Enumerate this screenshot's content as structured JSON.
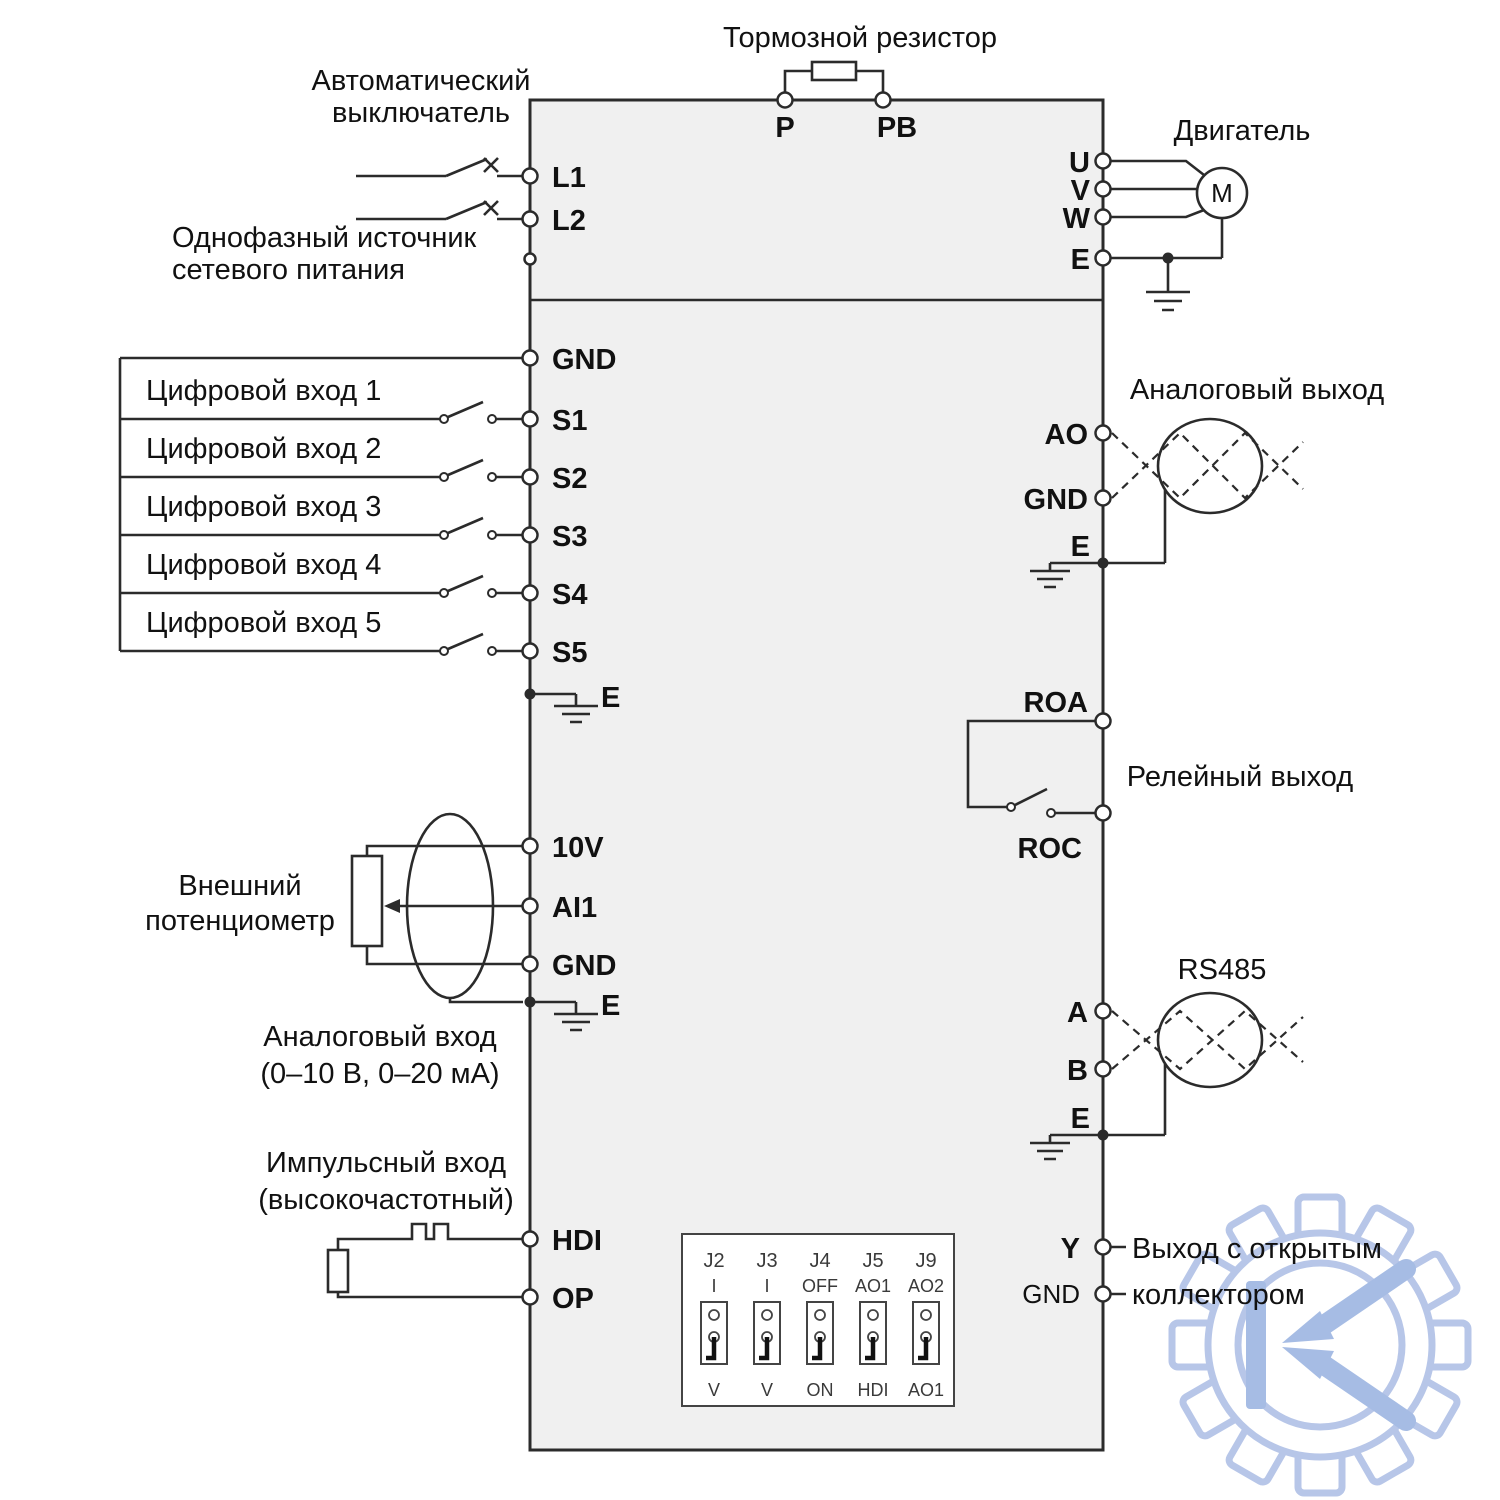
{
  "diagram": {
    "brake_resistor_label": "Тормозной резистор",
    "p": "P",
    "pb": "PB",
    "breaker_line1": "Автоматический",
    "breaker_line2": "выключатель",
    "source_line1": "Однофазный источник",
    "source_line2": "сетевого питания",
    "l1": "L1",
    "l2": "L2",
    "motor_label": "Двигатель",
    "motor_m": "M",
    "u": "U",
    "v": "V",
    "w": "W",
    "e": "E",
    "gnd": "GND",
    "digital_inputs": [
      "Цифровой вход 1",
      "Цифровой вход 2",
      "Цифровой вход 3",
      "Цифровой вход 4",
      "Цифровой вход 5"
    ],
    "s_terminals": [
      "S1",
      "S2",
      "S3",
      "S4",
      "S5"
    ],
    "ext_pot_line1": "Внешний",
    "ext_pot_line2": "потенциометр",
    "v10": "10V",
    "ai1": "AI1",
    "analog_in_line1": "Аналоговый вход",
    "analog_in_line2": "(0–10 В, 0–20 мА)",
    "pulse_line1": "Импульсный вход",
    "pulse_line2": "(высокочастотный)",
    "hdi": "HDI",
    "op": "OP",
    "analog_out_label": "Аналоговый выход",
    "ao": "AO",
    "roa": "ROA",
    "roc": "ROC",
    "relay_label": "Релейный выход",
    "rs485_label": "RS485",
    "a": "A",
    "b": "B",
    "y": "Y",
    "open_collector_line1": "Выход с открытым",
    "open_collector_line2": "коллектором",
    "jumpers": [
      {
        "name": "J2",
        "top": "I",
        "bottom": "V"
      },
      {
        "name": "J3",
        "top": "I",
        "bottom": "V"
      },
      {
        "name": "J4",
        "top": "OFF",
        "bottom": "ON"
      },
      {
        "name": "J5",
        "top": "AO1",
        "bottom": "HDI"
      },
      {
        "name": "J9",
        "top": "AO2",
        "bottom": "AO1"
      }
    ]
  },
  "colors": {
    "line": "#2b2b2b",
    "box_fill": "#f0f0f0",
    "watermark": "#b0c0e6"
  }
}
